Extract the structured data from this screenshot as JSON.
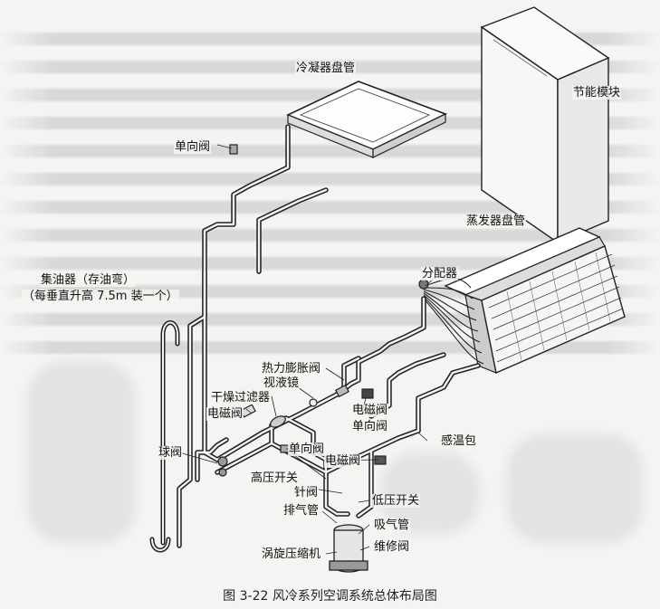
{
  "labels": {
    "energy_module": "节能模块",
    "condenser_coil": "冷凝器盘管",
    "check_valve_top": "单向阀",
    "evaporator_coil": "蒸发器盘管",
    "distributor": "分配器",
    "oil_trap_line1": "集油器（存油弯）",
    "oil_trap_line2": "（每垂直升高 7.5m 装一个）",
    "expansion_valve": "热力膨胀阀",
    "sight_glass": "视液镜",
    "filter_drier": "干燥过滤器",
    "solenoid_left": "电磁阀",
    "solenoid_right": "电磁阀",
    "check_valve_right": "单向阀",
    "ball_valve": "球阀",
    "sensing_bulb": "感温包",
    "check_valve_mid": "单向阀",
    "high_pressure_switch": "高压开关",
    "solenoid_mid": "电磁阀",
    "needle_valve": "针阀",
    "discharge_pipe": "排气管",
    "low_pressure_switch": "低压开关",
    "suction_pipe": "吸气管",
    "service_valve": "维修阀",
    "scroll_compressor": "涡旋压缩机"
  },
  "caption": "图 3-22   风冷系列空调系统总体布局图",
  "colors": {
    "pipe": "#222222",
    "background": "#f4f4f2",
    "ghost_text": "#9a9a9a"
  }
}
